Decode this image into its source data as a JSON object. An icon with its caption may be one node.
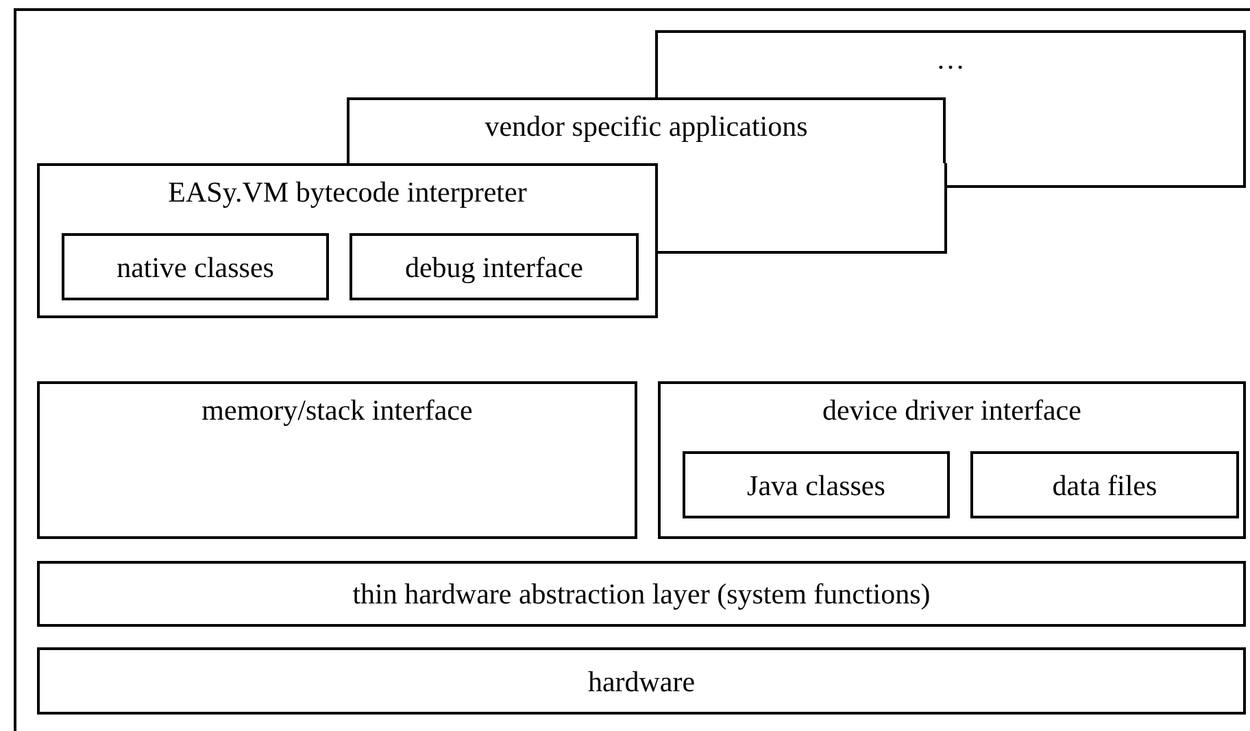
{
  "diagram": {
    "nodes": [
      {
        "text": [
          "…"
        ]
      },
      {
        "text": [
          "vendor specific applications"
        ]
      },
      {
        "text": [
          "EASy.VM bytecode interpreter"
        ]
      },
      {
        "text": [
          "native classes"
        ],
        "in": 2
      },
      {
        "text": [
          "debug interface"
        ],
        "in": 2
      },
      {
        "text": [
          "memory/stack interface"
        ]
      },
      {
        "text": [
          "device driver interface"
        ]
      },
      {
        "text": [
          "Java classes"
        ],
        "in": 6
      },
      {
        "text": [
          "data files"
        ],
        "in": 6
      },
      {
        "text": [
          "thin hardware abstraction layer (system functions)"
        ]
      },
      {
        "text": [
          "hardware"
        ]
      }
    ]
  }
}
